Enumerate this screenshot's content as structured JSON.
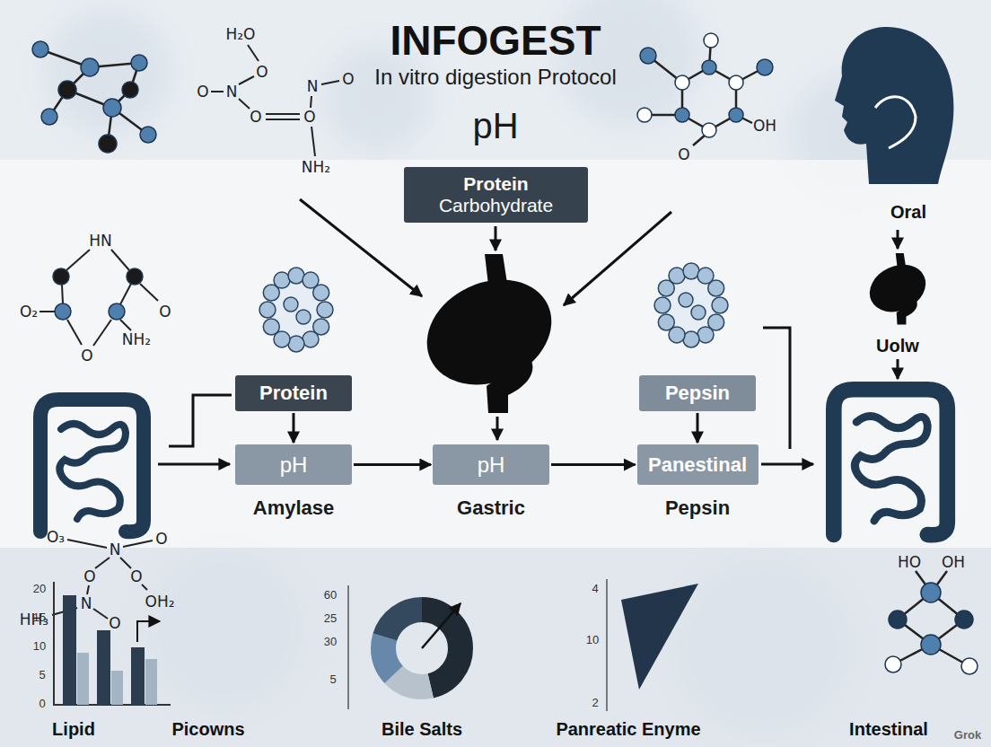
{
  "diagram": {
    "title": "INFOGEST",
    "nodes": [
      {
        "text": [
          "Protein",
          "Carbohydrate"
        ]
      },
      {
        "text": [
          "Protein"
        ]
      },
      {
        "text": [
          "Pepsin"
        ]
      },
      {
        "text": [
          "pH",
          "Amylase"
        ]
      },
      {
        "text": [
          "pH",
          "Gastric"
        ]
      },
      {
        "text": [
          "Panestinal",
          "Pepsin"
        ]
      }
    ],
    "edges": [
      {
        "from": 1,
        "to": 3,
        "arrow": "to"
      },
      {
        "from": 2,
        "to": 5,
        "arrow": "to"
      },
      {
        "from": 3,
        "to": 4,
        "arrow": "to"
      },
      {
        "from": 4,
        "to": 5,
        "arrow": "to"
      }
    ],
    "labels": [
      "In vitro digestion Protocol",
      "pH",
      "Oral",
      "Uolw",
      "Lipid",
      "Picowns",
      "Bile Salts",
      "Panreatic Enyme",
      "Intestinal",
      "20",
      "15",
      "10",
      "5",
      "0",
      "60",
      "25",
      "30",
      "5",
      "4",
      "10",
      "2",
      "H₂O",
      "O",
      "O",
      "N",
      "O",
      "O",
      "N",
      "O",
      "NH₂",
      "HN",
      "O₂",
      "O",
      "NH₂",
      "O",
      "O",
      "OH",
      "O₃",
      "N",
      "O",
      "O",
      "O",
      "HH₃",
      "N",
      "O",
      "OH₂",
      "HO",
      "OH",
      "Grok"
    ]
  }
}
